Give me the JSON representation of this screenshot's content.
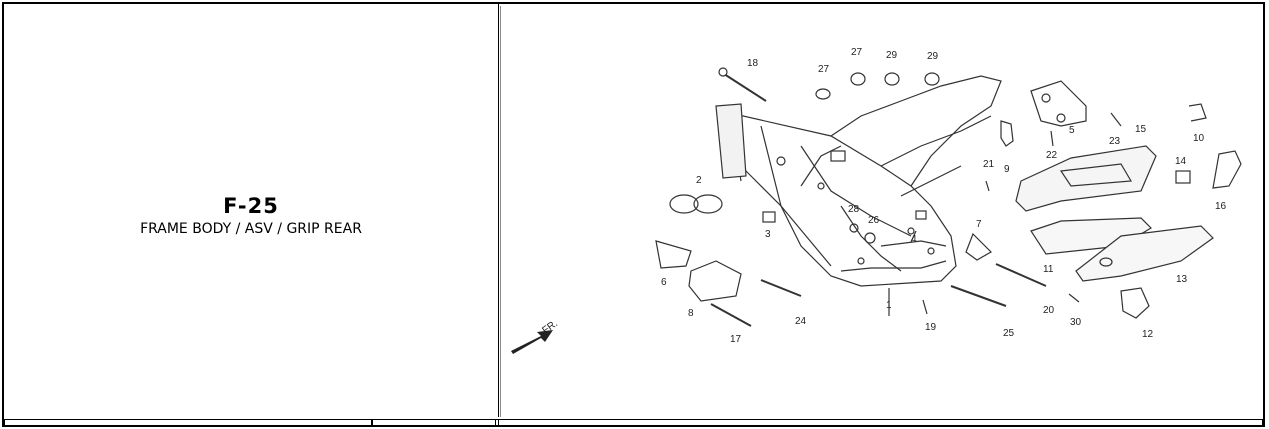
{
  "header": {
    "code": "F-25",
    "name": "FRAME BODY / ASV / GRIP REAR"
  },
  "diagram": {
    "direction_label": "FR.",
    "part_numbers": [
      "18",
      "27",
      "29",
      "29",
      "27",
      "5",
      "23",
      "15",
      "10",
      "22",
      "9",
      "21",
      "14",
      "16",
      "2",
      "28",
      "26",
      "3",
      "4",
      "7",
      "6",
      "11",
      "13",
      "8",
      "1",
      "24",
      "19",
      "25",
      "20",
      "30",
      "12",
      "17"
    ]
  }
}
